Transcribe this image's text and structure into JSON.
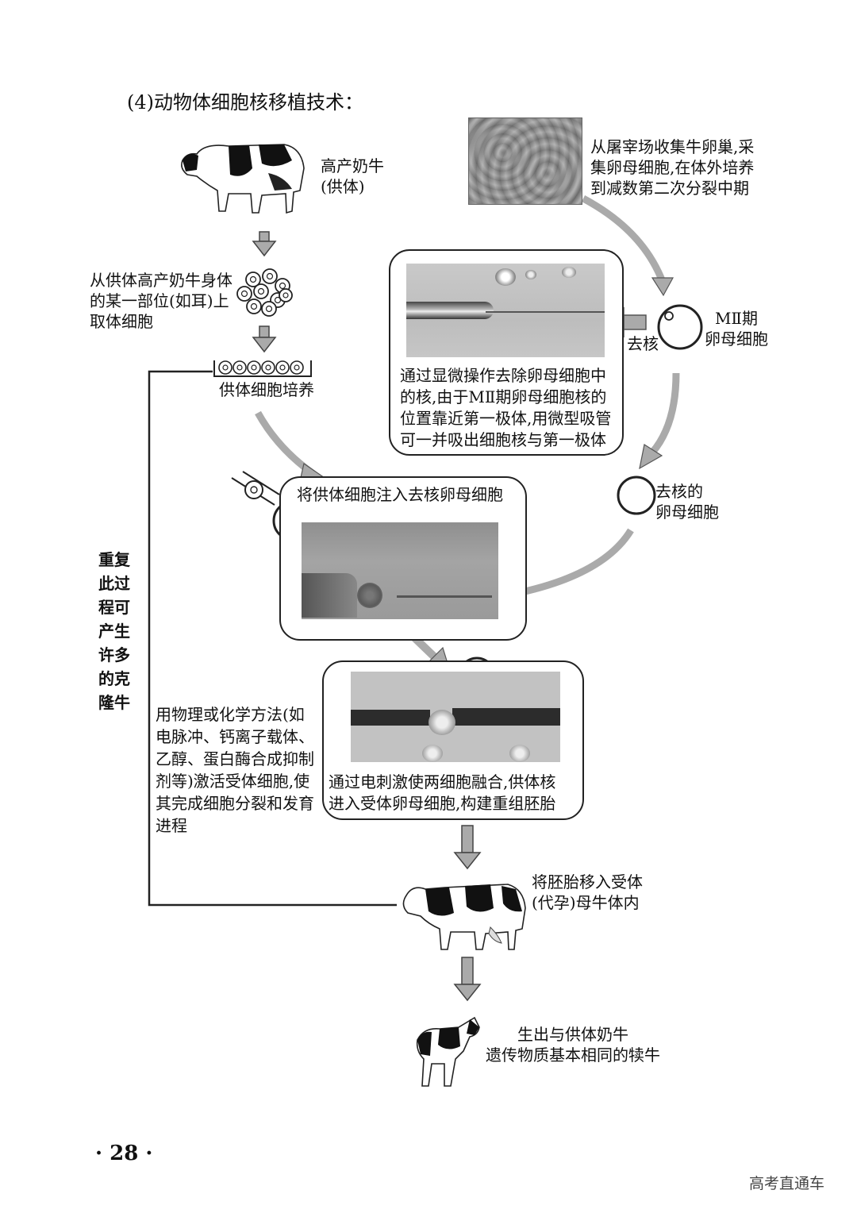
{
  "heading": "(4)动物体细胞核移植技术：",
  "donor_cow": {
    "label": "高产奶牛\n(供体)"
  },
  "take_cells": {
    "text": "从供体高产奶牛身体\n的某一部位(如耳)上\n取体细胞"
  },
  "culture": {
    "label": "供体细胞培养"
  },
  "ovary": {
    "text": "从屠宰场收集牛卵巢,采\n集卵母细胞,在体外培养\n到减数第二次分裂中期"
  },
  "oocyte_mii": {
    "label": "MⅡ期\n卵母细胞"
  },
  "enucleate_arrow_label": "去核",
  "enucleation_card": {
    "text": "通过显微操作去除卵母细胞中\n的核,由于MⅡ期卵母细胞核的\n位置靠近第一极体,用微型吸管\n可一并吸出细胞核与第一极体"
  },
  "enucleated_oocyte": {
    "label": "去核的\n卵母细胞"
  },
  "injection_card": {
    "title": "将供体细胞注入去核卵母细胞"
  },
  "repeat_note": {
    "text": "重复\n此过\n程可\n产生\n许多\n的克\n隆牛"
  },
  "activation_note": {
    "text": "用物理或化学方法(如\n电脉冲、钙离子载体、\n乙醇、蛋白酶合成抑制\n剂等)激活受体细胞,使\n其完成细胞分裂和发育\n进程"
  },
  "fusion_card": {
    "text": "通过电刺激使两细胞融合,供体核\n进入受体卵母细胞,构建重组胚胎"
  },
  "surrogate": {
    "label": "将胚胎移入受体\n(代孕)母牛体内"
  },
  "calf": {
    "label": "生出与供体奶牛\n遗传物质基本相同的犊牛"
  },
  "page_number": "· 28 ·",
  "watermark": "高考直通车"
}
